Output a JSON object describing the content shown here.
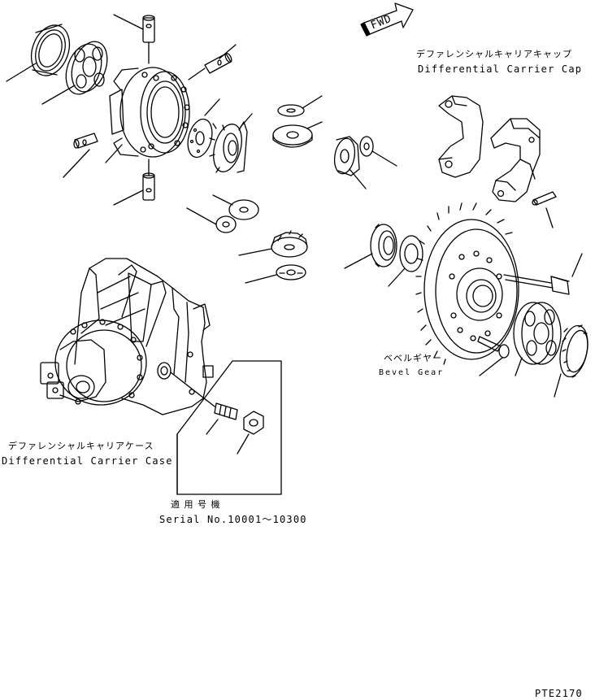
{
  "fwd_label": "FWD",
  "carrier_cap": {
    "jp": "デファレンシャルキャリアキャップ",
    "en": "Differential Carrier Cap"
  },
  "bevel_gear": {
    "jp": "ベベルギヤー",
    "en": "Bevel Gear"
  },
  "carrier_case": {
    "jp": "デファレンシャルキャリアケース",
    "en": "Differential Carrier Case"
  },
  "serial": {
    "jp": "適 用 号 機",
    "en": "Serial No.10001～10300"
  },
  "figure_code": "PTE2170"
}
